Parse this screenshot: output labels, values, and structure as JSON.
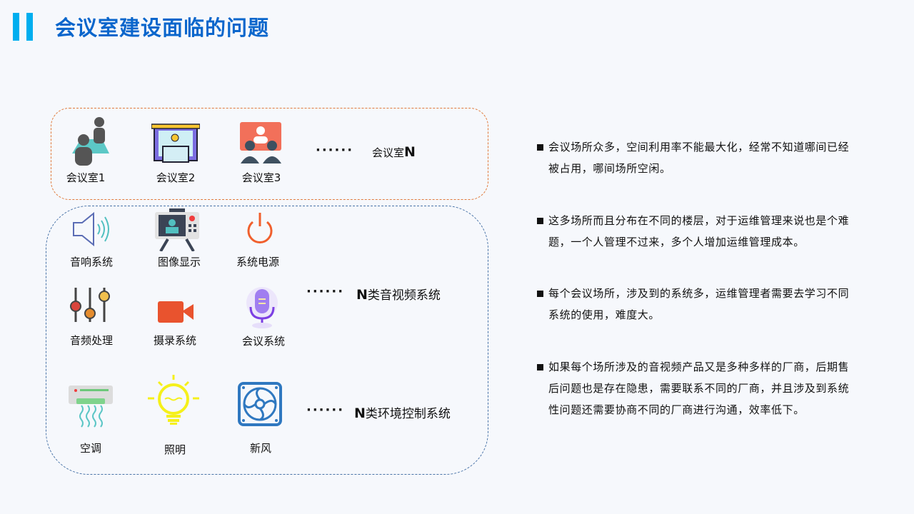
{
  "header": {
    "title": "会议室建设面临的问题"
  },
  "rooms": {
    "items": [
      "会议室1",
      "会议室2",
      "会议室3"
    ],
    "ellipsis": "······",
    "last_prefix": "会议室",
    "last_suffix": "N"
  },
  "av_systems": {
    "items": [
      "音响系统",
      "图像显示",
      "系统电源",
      "音频处理",
      "摄录系统",
      "会议系统"
    ],
    "ellipsis": "······",
    "label_prefix": "N",
    "label": "类音视频系统"
  },
  "env_systems": {
    "items": [
      "空调",
      "照明",
      "新风"
    ],
    "ellipsis": "······",
    "label_prefix": "N",
    "label": "类环境控制系统"
  },
  "problems": [
    "会议场所众多，空间利用率不能最大化，经常不知道哪间已经被占用，哪间场所空闲。",
    "这多场所而且分布在不同的楼层，对于运维管理来说也是个难题，一个人管理不过来，多个人增加运维管理成本。",
    "每个会议场所，涉及到的系统多，运维管理者需要去学习不同系统的使用，难度大。",
    "如果每个场所涉及的音视频产品又是多种多样的厂商，后期售后问题也是存在隐患，需要联系不同的厂商，并且涉及到系统性问题还需要协商不同的厂商进行沟通，效率低下。"
  ]
}
